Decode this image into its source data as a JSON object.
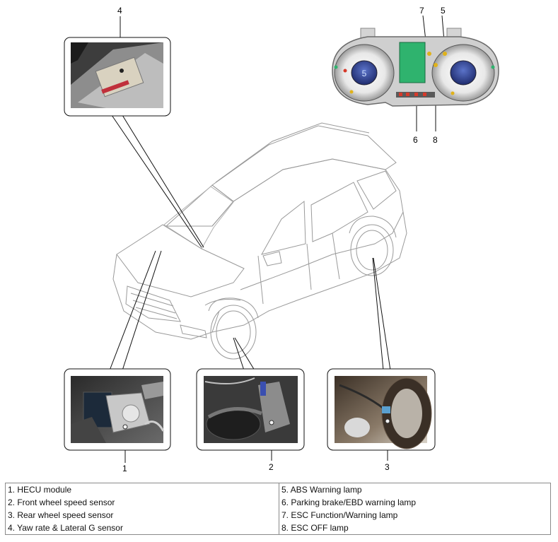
{
  "callouts": {
    "n1": "1",
    "n2": "2",
    "n3": "3",
    "n4": "4",
    "n5": "5",
    "n6": "6",
    "n7": "7",
    "n8": "8"
  },
  "legend": {
    "left": [
      "1. HECU module",
      "2. Front wheel speed sensor",
      "3. Rear wheel speed sensor",
      "4. Yaw rate & Lateral G sensor"
    ],
    "right": [
      "5. ABS Warning lamp",
      "6. Parking brake/EBD warning lamp",
      "7. ESC Function/Warning lamp",
      "8. ESC OFF lamp"
    ]
  },
  "cluster": {
    "speed_label": "5",
    "colors": {
      "lcd": "#2fb36e",
      "gauge_blue": "#2a3d8f",
      "warning_red": "#d63a2a",
      "warning_amber": "#e0b21a"
    }
  }
}
